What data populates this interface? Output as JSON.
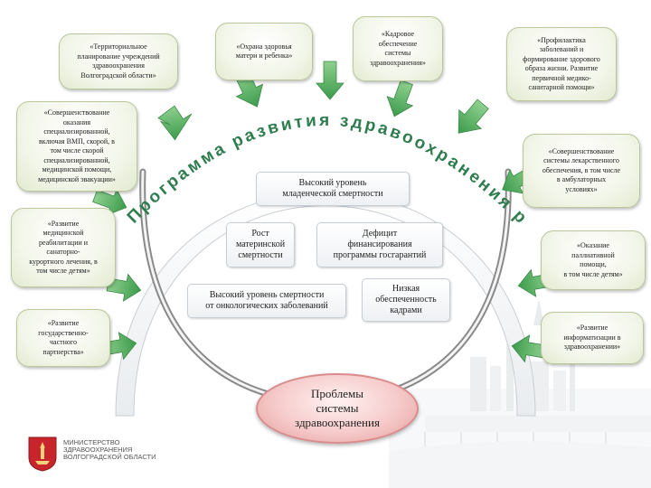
{
  "arc_title": "Программа развития здравоохранения региона",
  "center": "Проблемы\nсистемы\nздравоохранения",
  "top_boxes": [
    "«Территориальное\nпланирование учреждений\nздравоохранения\nВолгоградской области»",
    "«Охрана здоровья\nматери и ребенка»",
    "«Кадровое\nобеспечение\nсистемы\nздравоохранения»",
    "«Профилактика\nзаболеваний и\nформирование здорового\nобраза жизни. Развитие\nпервичной медико-\nсанитарной помощи»"
  ],
  "left_boxes": [
    "«Совершенствование\nоказания\nспециализированной,\nвключая ВМП, скорой, в\nтом числе скорой\nспециализированной,\nмедицинской помощи,\nмедицинской эвакуации»",
    "«Развитие\nмедицинской\nреабилитации и\nсанаторно-\nкурортного лечения, в\nтом числе детям»",
    "«Развитие\nгосударственно-\nчастного\nпартнерства»"
  ],
  "right_boxes": [
    "«Совершенствование\nсистемы лекарственного\nобеспечения, в том числе\nв амбулаторных\nусловиях»",
    "«Оказание\nпаллиативной\nпомощи,\nв том числе детям»",
    "«Развитие\nинформатизации в\nздравоохранении»"
  ],
  "inner_problems": [
    "Высокий уровень\nмладенческой смертности",
    "Рост\nматеринской\nсмертности",
    "Дефицит\nфинансирования\nпрограммы госгарантий",
    "Высокий уровень смертности\nот онкологических заболеваний",
    "Низкая\nобеспеченность\nкадрами"
  ],
  "ministry": {
    "line1": "МИНИСТЕРСТВО",
    "line2": "ЗДРАВООХРАНЕНИЯ",
    "line3": "ВОЛГОГРАДСКОЙ ОБЛАСТИ"
  },
  "colors": {
    "arc_text": "#2f7d4f",
    "arrow_green": "#4aa35a",
    "inner_arc_fill": "#f4f4f4",
    "inner_arc_stroke": "#8a8a8a",
    "center_fill": "#f6caca",
    "emblem_red": "#c8242b"
  }
}
